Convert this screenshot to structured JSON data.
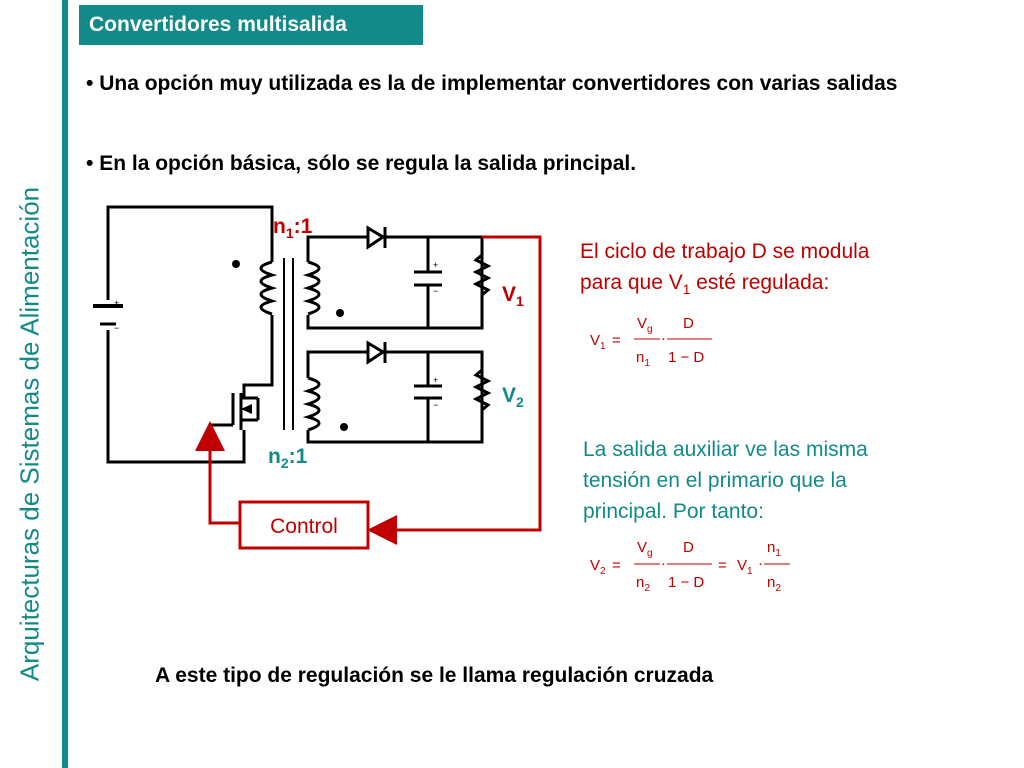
{
  "sidebar": {
    "vertical_title": "Arquitecturas de Sistemas de Alimentación"
  },
  "header": {
    "title": "Convertidores multisalida"
  },
  "bullets": [
    "Una opción muy utilizada es la de implementar convertidores con varias salidas",
    "En la opción básica, sólo se regula la salida principal."
  ],
  "bullet_marker": "•",
  "circuit": {
    "n1_label": "n",
    "n1_sub": "1",
    "n1_ratio": ":1",
    "n2_label": "n",
    "n2_sub": "2",
    "n2_ratio": ":1",
    "v1_label": "V",
    "v1_sub": "1",
    "v2_label": "V",
    "v2_sub": "2",
    "control_label": "Control",
    "plus": "+",
    "minus": "−"
  },
  "main_regulation": {
    "line1": "El ciclo de trabajo D se modula",
    "line2_pre": "para que V",
    "line2_sub": "1",
    "line2_post": " esté regulada:"
  },
  "formula1": {
    "lhs": "V",
    "lhs_sub": "1",
    "eq": "=",
    "num1": "V",
    "num1_sub": "g",
    "den1": "n",
    "den1_sub": "1",
    "dot": "·",
    "num2": "D",
    "den2": "1 − D"
  },
  "aux_output": {
    "line1": "La salida auxiliar ve las misma",
    "line2": "tensión en el primario que la",
    "line3": "principal. Por tanto:"
  },
  "formula2": {
    "lhs": "V",
    "lhs_sub": "2",
    "eq": "=",
    "num1": "V",
    "num1_sub": "g",
    "den1": "n",
    "den1_sub": "2",
    "dot": "·",
    "num2": "D",
    "den2": "1 − D",
    "eq2": "=",
    "v": "V",
    "v_sub": "1",
    "num3": "n",
    "num3_sub": "1",
    "den3": "n",
    "den3_sub": "2"
  },
  "footer": "A este tipo de regulación se le llama regulación cruzada",
  "colors": {
    "teal": "#138a8a",
    "red": "#c00000",
    "wire": "#000000"
  }
}
